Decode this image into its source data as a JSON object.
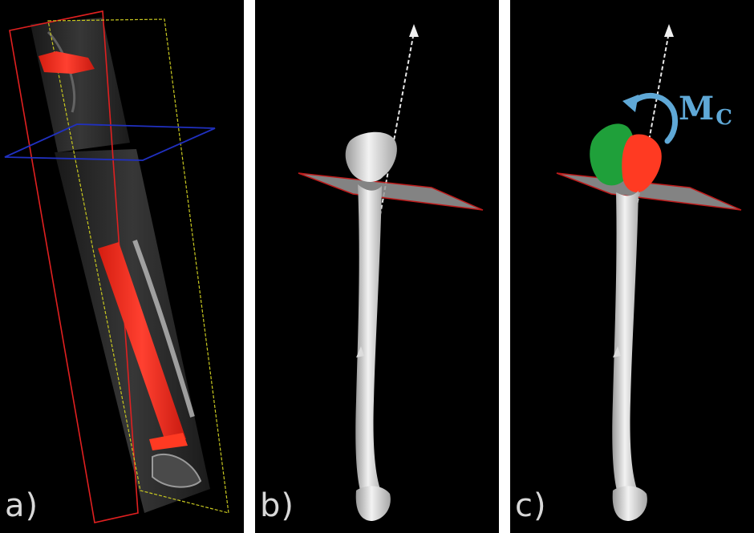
{
  "panels": [
    {
      "label": "a)"
    },
    {
      "label": "b)"
    },
    {
      "label": "c)"
    }
  ],
  "moment": {
    "symbol": "M",
    "subscript": "C"
  },
  "colors": {
    "background": "#000000",
    "separator": "#ffffff",
    "bone": "#e6e6e6",
    "implant_red": "#ff3a22",
    "green_fragment": "#1fa03a",
    "moment_arrow": "#5fa8d6",
    "plane_red": "#e02020",
    "plane_blue": "#2030c0",
    "plane_yellow": "#c8c820",
    "cut_plane": "#9a9a9a"
  }
}
